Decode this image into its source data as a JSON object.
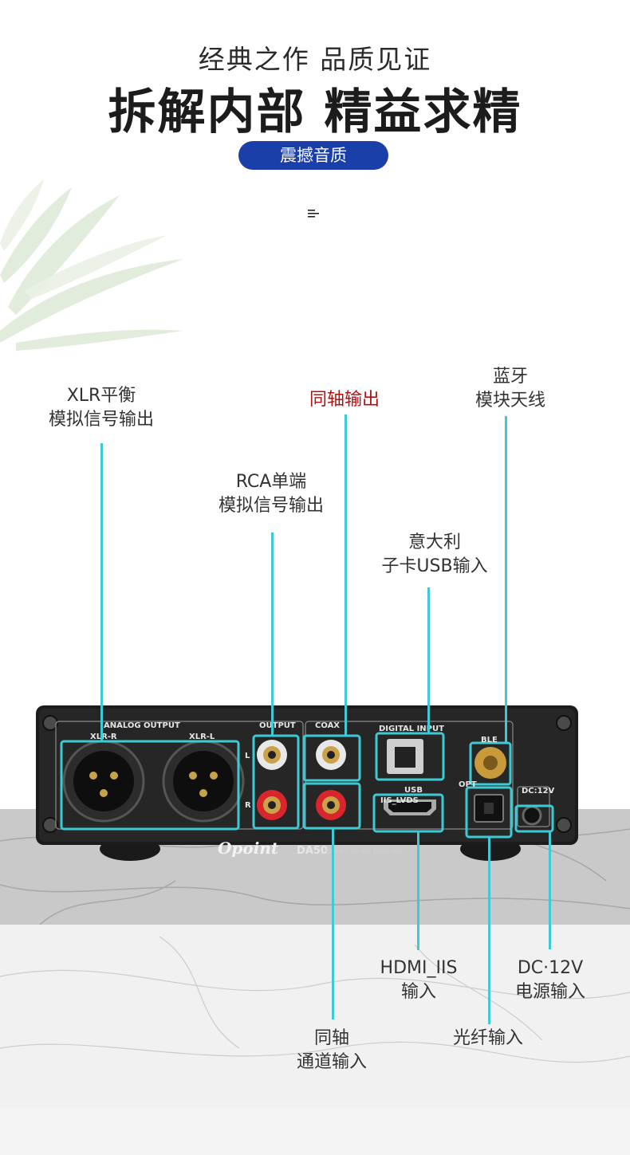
{
  "header": {
    "subtitle": "经典之作 品质见证",
    "headline": "拆解内部 精益求精",
    "badge": "震撼音质"
  },
  "callouts": {
    "xlr": [
      "XLR平衡",
      "模拟信号输出"
    ],
    "coax_out": "同轴输出",
    "ble": [
      "蓝牙",
      "模块天线"
    ],
    "rca": [
      "RCA单端",
      "模拟信号输出"
    ],
    "usb": [
      "意大利",
      "子卡USB输入"
    ],
    "hdmi": [
      "HDMI_IIS",
      "输入"
    ],
    "dc": [
      "DC·12V",
      "电源输入"
    ],
    "coax_in": [
      "同轴",
      "通道输入"
    ],
    "optical": "光纤输入"
  },
  "device": {
    "brand": "Opoint",
    "model": "DA50",
    "model_desc": "Stereo Audio Decoder",
    "panel_labels": {
      "analog_output": "ANALOG OUTPUT",
      "xlr_r": "XLR-R",
      "xlr_l": "XLR-L",
      "output": "OUTPUT",
      "coax": "COAX",
      "digital_input": "DIGITAL INPUT",
      "usb": "USB",
      "iis": "IIS_LVDS",
      "ble": "BLE",
      "opt": "OPT",
      "dc": "DC:12V",
      "l": "L",
      "r": "R"
    }
  },
  "colors": {
    "accent": "#3ec9d4",
    "badge": "#1b3fa8",
    "red_label": "#b01010"
  }
}
